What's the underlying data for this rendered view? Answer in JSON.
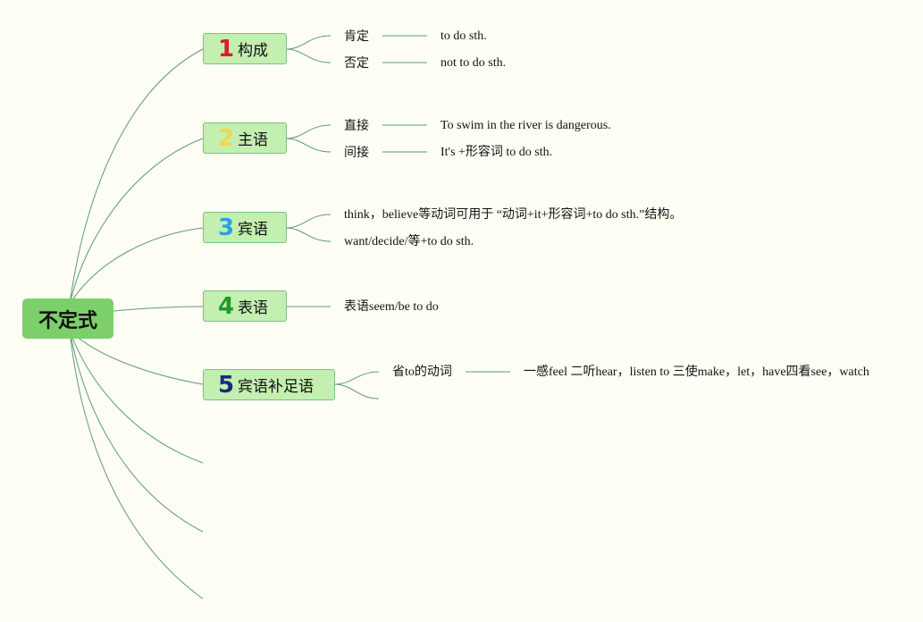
{
  "root": {
    "label": "不定式"
  },
  "colors": {
    "line": "#5a9a7c",
    "root_bg": "#7dcf6c",
    "branch_bg": "#c3efb1",
    "num1": "#d81e2b",
    "num2": "#f3d64a",
    "num3": "#29a3df",
    "num4": "#1e9a2c",
    "num5": "#1a2a7a"
  },
  "branches": [
    {
      "num": "1",
      "label": "构成",
      "children": [
        {
          "label": "肯定",
          "detail": "to do sth."
        },
        {
          "label": "否定",
          "detail": "not to do sth."
        }
      ]
    },
    {
      "num": "2",
      "label": "主语",
      "children": [
        {
          "label": "直接",
          "detail": "To swim in the river is dangerous."
        },
        {
          "label": "间接",
          "detail": "It's +形容词 to do sth."
        }
      ]
    },
    {
      "num": "3",
      "label": "宾语",
      "children": [
        {
          "label": "think，believe等动词可用于 “动词+it+形容词+to do sth.”结构。"
        },
        {
          "label": "want/decide/等+to do sth."
        }
      ]
    },
    {
      "num": "4",
      "label": "表语",
      "children": [
        {
          "label": "表语seem/be to do"
        }
      ]
    },
    {
      "num": "5",
      "label": "宾语补足语",
      "children": [
        {
          "label": "省to的动词",
          "detail": "一感feel 二听hear，listen to 三使make，let，have四看see，watch"
        }
      ]
    }
  ]
}
